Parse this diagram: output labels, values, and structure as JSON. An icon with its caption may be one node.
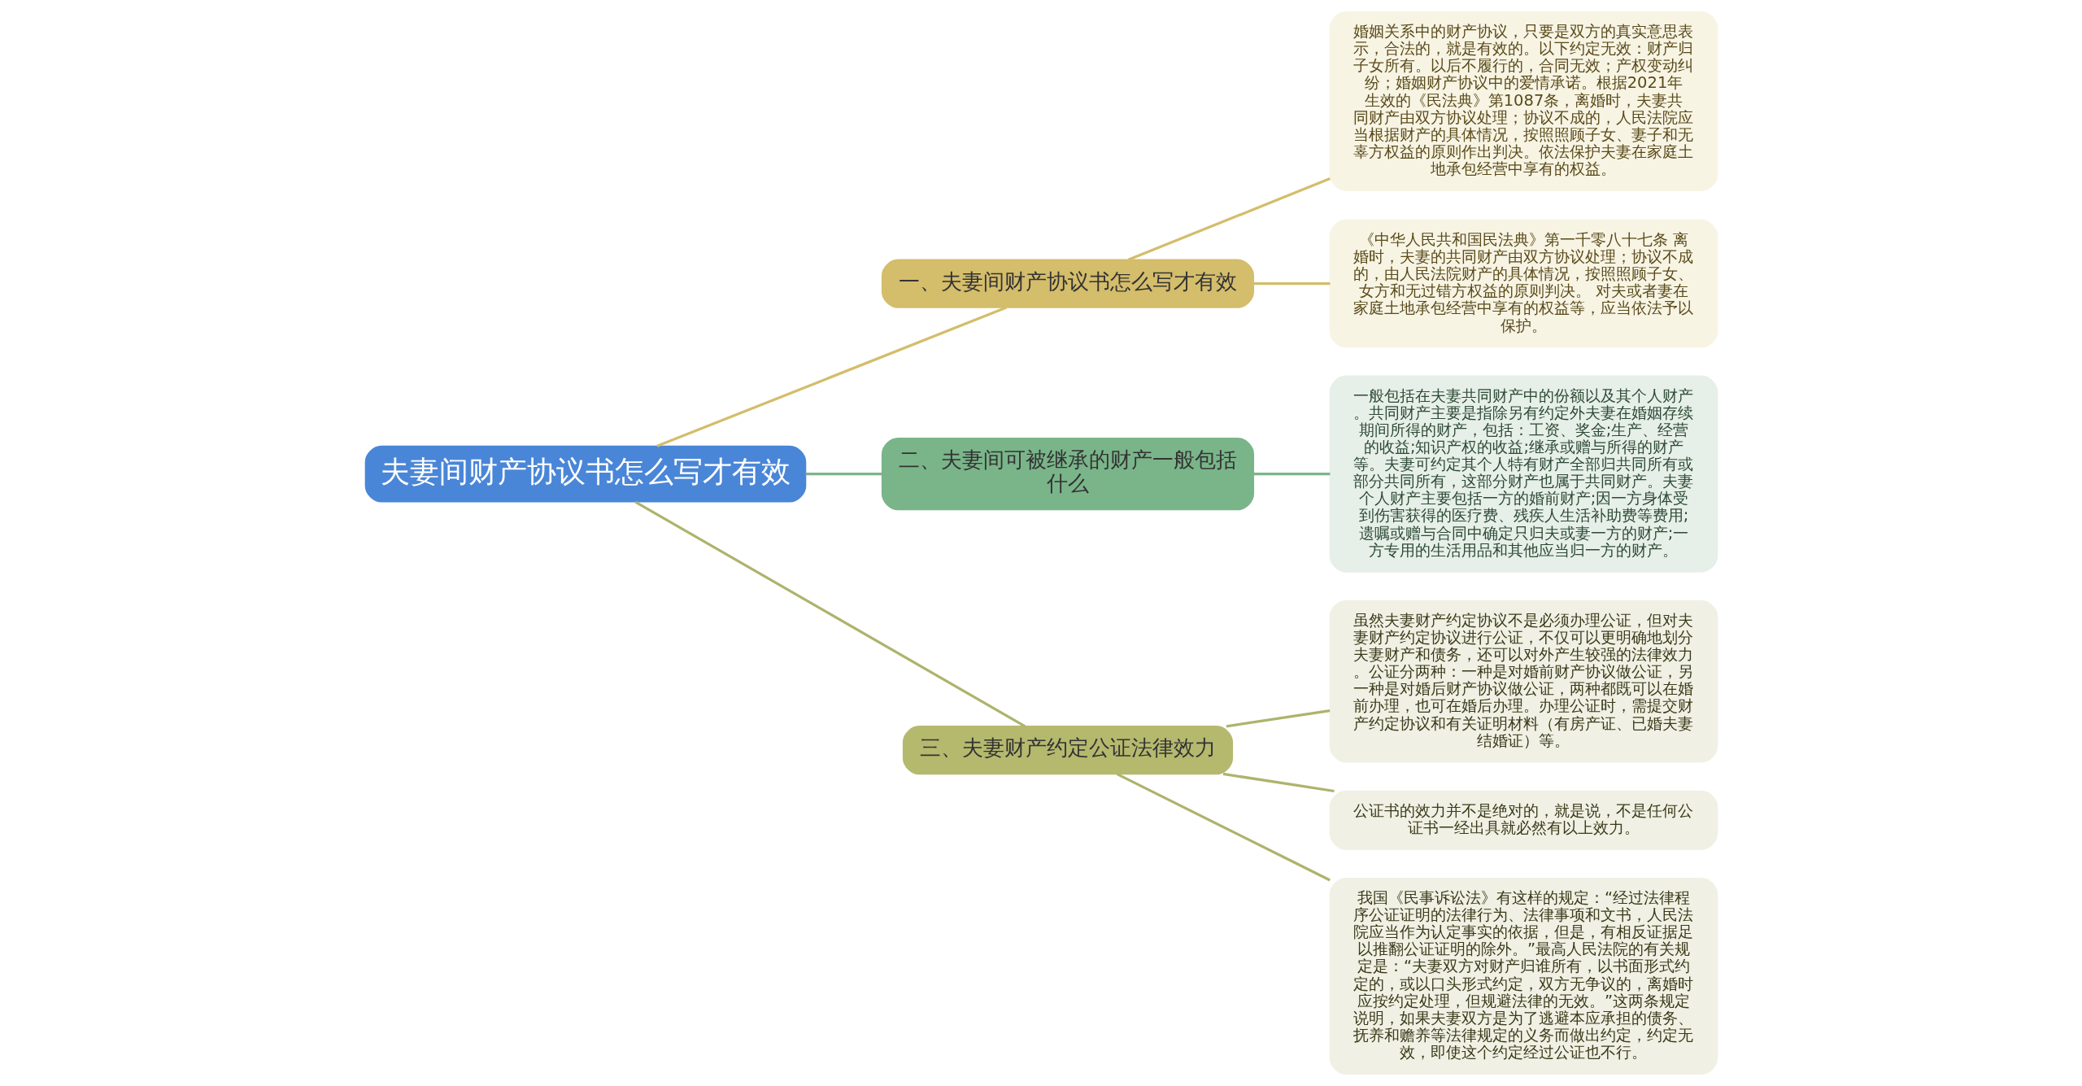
{
  "diagram": {
    "nodes": [
      {
        "text": [
          "夫妻间财产协议书怎么写才有效"
        ]
      },
      {
        "text": [
          "一、夫妻间财产协议书怎么写才有效"
        ]
      },
      {
        "text": [
          "婚姻关系中的财产协议，只要是双方的真实意思表示，合法的，就是有效的。以下约定无效：财产归子女所有。以后不履行的，合同无效；产权变动纠纷；婚姻财产协议中的爱情承诺。根据2021年生效的《民法典》第1087条，离婚时，夫妻共同财产由双方协议处理；协议不成的，人民法院应当根据财产的具体情况，按照照顾子女、妻子和无辜方权益的原则作出判决。依法保护夫妻在家庭土地承包经营中享有的权益。"
        ]
      },
      {
        "text": [
          "《中华人民共和国民法典》第一千零八十七条 离婚时，夫妻的共同财产由双方协议处理；协议不成的，由人民法院财产的具体情况，按照照顾子女、女方和无过错方权益的原则判决。 对夫或者妻在家庭土地承包经营中享有的权益等，应当依法予以保护。"
        ]
      },
      {
        "text": [
          "二、夫妻间可被继承的财产一般包括什么"
        ]
      },
      {
        "text": [
          "一般包括在夫妻共同财产中的份额以及其个人财产。共同财产主要是指除另有约定外夫妻在婚姻存续期间所得的财产，包括：工资、奖金;生产、经营的收益;知识产权的收益;继承或赠与所得的财产等。夫妻可约定其个人特有财产全部归共同所有或部分共同所有，这部分财产也属于共同财产。夫妻个人财产主要包括一方的婚前财产;因一方身体受到伤害获得的医疗费、残疾人生活补助费等费用;遗嘱或赠与合同中确定只归夫或妻一方的财产;一方专用的生活用品和其他应当归一方的财产。"
        ]
      },
      {
        "text": [
          "三、夫妻财产约定公证法律效力"
        ]
      },
      {
        "text": [
          "虽然夫妻财产约定协议不是必须办理公证，但对夫妻财产约定协议进行公证，不仅可以更明确地划分夫妻财产和债务，还可以对外产生较强的法律效力。公证分两种：一种是对婚前财产协议做公证，另一种是对婚后财产协议做公证，两种都既可以在婚前办理，也可在婚后办理。办理公证时，需提交财产约定协议和有关证明材料（有房产证、已婚夫妻结婚证）等。"
        ]
      },
      {
        "text": [
          "公证书的效力并不是绝对的，就是说，不是任何公证书一经出具就必然有以上效力。"
        ]
      },
      {
        "text": [
          "我国《民事诉讼法》有这样的规定：“经过法律程序公证证明的法律行为、法律事项和文书，人民法院应当作为认定事实的依据，但是，有相反证据足以推翻公证证明的除外。”最高人民法院的有关规定是：“夫妻双方对财产归谁所有，以书面形式约定的，或以口头形式约定，双方无争议的，离婚时应按约定处理，但规避法律的无效。”这两条规定说明，如果夫妻双方是为了逃避本应承担的债务、抚养和赡养等法律规定的义务而做出约定，约定无效，即使这个约定经过公证也不行。"
        ]
      }
    ],
    "edges": [
      {
        "from": 0,
        "to": 1,
        "arrow": "none",
        "color": "#d4bd6b"
      },
      {
        "from": 1,
        "to": 2,
        "arrow": "none",
        "color": "#d4bd6b"
      },
      {
        "from": 1,
        "to": 3,
        "arrow": "none",
        "color": "#d4bd6b"
      },
      {
        "from": 0,
        "to": 4,
        "arrow": "none",
        "color": "#7ab58a"
      },
      {
        "from": 4,
        "to": 5,
        "arrow": "none",
        "color": "#7ab58a"
      },
      {
        "from": 0,
        "to": 6,
        "arrow": "none",
        "color": "#aeb36c"
      },
      {
        "from": 6,
        "to": 7,
        "arrow": "none",
        "color": "#aeb36c"
      },
      {
        "from": 6,
        "to": 8,
        "arrow": "none",
        "color": "#aeb36c"
      },
      {
        "from": 6,
        "to": 9,
        "arrow": "none",
        "color": "#aeb36c"
      }
    ]
  }
}
